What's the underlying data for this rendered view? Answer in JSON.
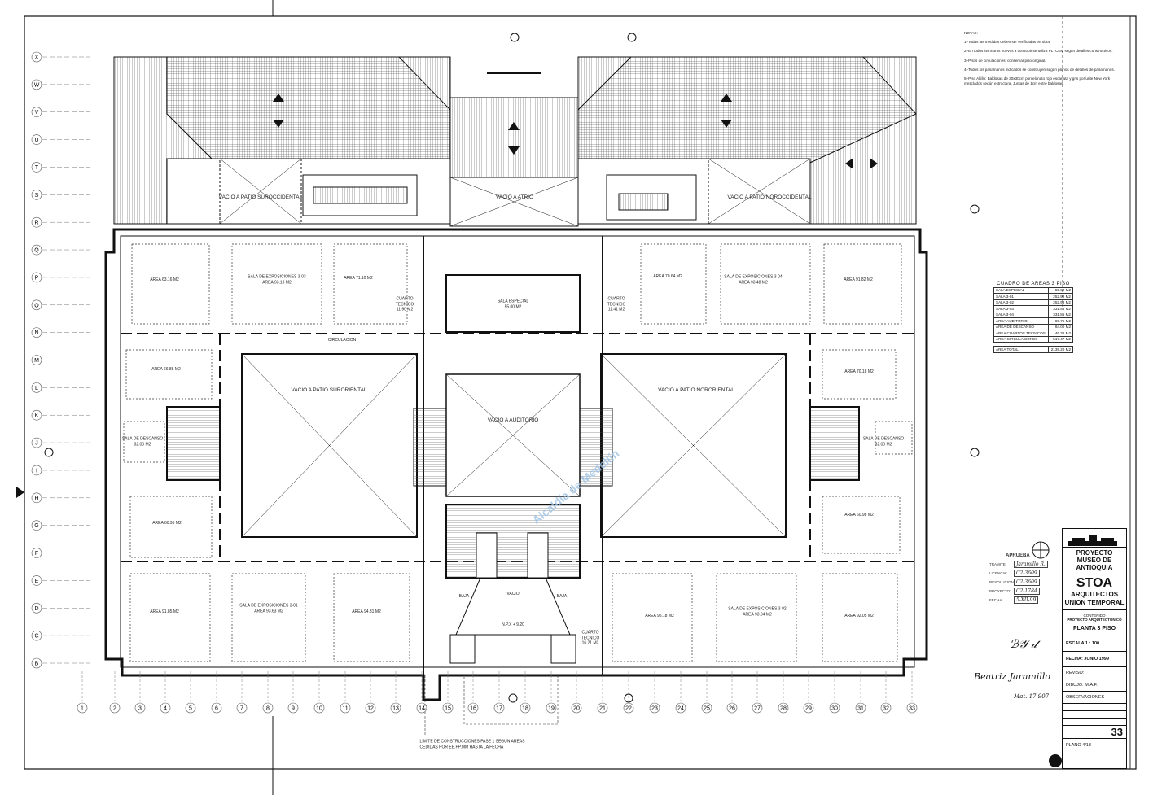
{
  "notes": {
    "title": "NOTAS:",
    "items": [
      "1–Todas las medidas deben ser verificadas en obra.",
      "2–En todos los muros nuevos a construir se utiliza PLYCEM según detalles constructivos.",
      "3–Pisos de circulaciones: conservar piso original.",
      "4–Todos los pasamanos indicados se construyen según planos de detalles de pasamanos.",
      "5–Piso Altillo: Baldosas de 30x30cm porcelanato rojo escarlata y gris porfurite New York mezclados según estructura. Juntas de 1cm entre baldosas."
    ]
  },
  "area_table": {
    "title": "CUADRO DE AREAS 3 PISO",
    "rows": [
      {
        "name": "SALA ESPECIAL",
        "value": "55.00 M2"
      },
      {
        "name": "SALA 3-01",
        "value": "252.98 M2"
      },
      {
        "name": "SALA 3-02",
        "value": "252.98 M2"
      },
      {
        "name": "SALA 3-03",
        "value": "331.85 M2"
      },
      {
        "name": "SALA 3-04",
        "value": "331.85 M2"
      },
      {
        "name": "AREA AUDITORIO",
        "value": "86.75 M2"
      },
      {
        "name": "AREA DE DESCANSO",
        "value": "64.00 M2"
      },
      {
        "name": "AREA CUARTOS TECNICOS",
        "value": "46.36 M2"
      },
      {
        "name": "AREA CIRCULACIONES",
        "value": "517.47 M2"
      }
    ],
    "total": {
      "name": "AREA TOTAL",
      "value": "2139.20 M2"
    }
  },
  "rooms": [
    "AREA 63.16 M2",
    "SALA DE EXPOSICIONES 3-03\nAREA 93.13 M2",
    "AREA 71.10 M2",
    "CUARTO\nTECNICO\n11.90 M2",
    "SALA ESPECIAL\n55.00 M2",
    "CUARTO\nTECNICO\n11.41 M2",
    "AREA 70.64 M2",
    "SALA DE EXPOSICIONES 3-04\nAREA 93.48 M2",
    "AREA 91.82 M2",
    "AREA 66.88 M2",
    "AREA 70.18 M2",
    "SALA DE DESCANSO\n32.00 M2",
    "SALA DE DESCANSO\n32.00 M2",
    "AREA 60.95 M2",
    "AREA 60.98 M2",
    "AREA 91.85 M2",
    "SALA DE EXPOSICIONES 3-01\nAREA 93.63 M2",
    "AREA 94.31 M2",
    "AREA 95.18 M2",
    "SALA DE EXPOSICIONES 3-02\nAREA 93.04 M2",
    "AREA 92.05 M2",
    "N.P.X + 9.20",
    "CUARTO\nTECNICO\n16.21 M2",
    "BAJA",
    "BAJA",
    "VACIO",
    "CIRCULACION"
  ],
  "voids": [
    "VACIO A PATIO SUROCCIDENTAL",
    "VACIO A ATRIO",
    "VACIO A PATIO NOROCCIDENTAL",
    "VACIO A PATIO SURORIENTAL",
    "VACIO A AUDITORIO",
    "VACIO A PATIO NORORIENTAL"
  ],
  "grid_columns": [
    "1",
    "2",
    "3",
    "4",
    "5",
    "6",
    "7",
    "8",
    "9",
    "10",
    "11",
    "12",
    "13",
    "14",
    "15",
    "16",
    "17",
    "18",
    "19",
    "20",
    "21",
    "22",
    "23",
    "24",
    "25",
    "26",
    "27",
    "28",
    "29",
    "30",
    "31",
    "32",
    "33"
  ],
  "grid_rows": [
    "X",
    "W",
    "V",
    "U",
    "T",
    "S",
    "R",
    "Q",
    "P",
    "O",
    "N",
    "M",
    "L",
    "K",
    "J",
    "I",
    "H",
    "G",
    "F",
    "E",
    "D",
    "C",
    "B"
  ],
  "limit_note": "LIMITE DE CONSTRUCCIONES FASE 1 SEGUN AREAS\nCEDIDAS POR EE.PP.MM HASTA LA FECHA",
  "watermark": "Alcaldía de Medellín",
  "approval": {
    "title": "APRUEBA",
    "fields": [
      {
        "label": "TRAMITE:",
        "value": "Jaramillo R."
      },
      {
        "label": "LICENCIA:",
        "value": "C2-3609"
      },
      {
        "label": "RESOLUCION:",
        "value": "C2-3609"
      },
      {
        "label": "PROYECTO:",
        "value": "C2-1784"
      },
      {
        "label": "FECHA:",
        "value": "5-XII-99"
      }
    ],
    "signature_note": "Mat. 17.907"
  },
  "title_block": {
    "project": "PROYECTO\nMUSEO DE\nANTIOQUIA",
    "firm": "STOA",
    "firm_sub": "ARQUITECTOS\nUNION TEMPORAL",
    "content_label": "CONTENIDO",
    "content_value": "PROYECTO ARQUITECTONICO",
    "sheet_title": "PLANTA 3 PISO",
    "scale": "ESCALA 1 : 100",
    "date": "FECHA: JUNIO 1999",
    "reviewed": "REVISO:",
    "drawn": "DIBUJO: M.A.F.",
    "observations": "OBSERVACIONES",
    "sheet_number": "33",
    "plan": "PLANO 4/13"
  }
}
